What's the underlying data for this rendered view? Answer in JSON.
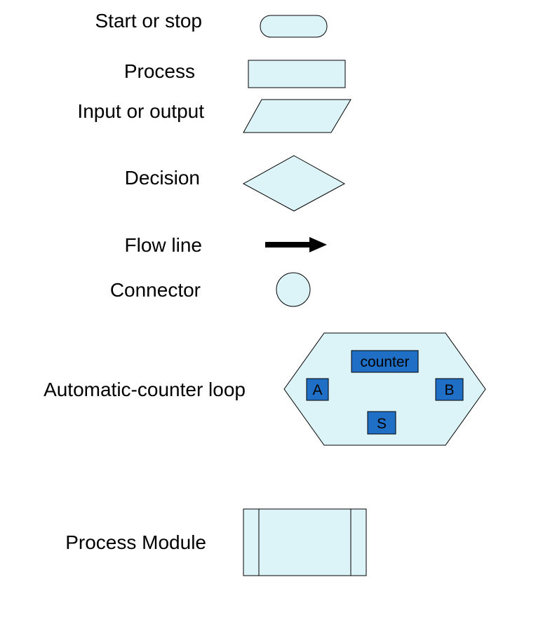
{
  "colors": {
    "shape_fill": "#dcf3f7",
    "shape_stroke": "#000000",
    "box_fill": "#1f6fc6",
    "arrow": "#000000"
  },
  "symbols": [
    {
      "label": "Start or stop",
      "shape": "rounded-rectangle"
    },
    {
      "label": "Process",
      "shape": "rectangle"
    },
    {
      "label": "Input or output",
      "shape": "parallelogram"
    },
    {
      "label": "Decision",
      "shape": "diamond"
    },
    {
      "label": "Flow line",
      "shape": "arrow"
    },
    {
      "label": "Connector",
      "shape": "circle"
    },
    {
      "label": "Automatic-counter loop",
      "shape": "hexagon"
    },
    {
      "label": "Process Module",
      "shape": "predefined-process"
    }
  ],
  "loop_boxes": {
    "counter": "counter",
    "a": "A",
    "b": "B",
    "s": "S"
  }
}
